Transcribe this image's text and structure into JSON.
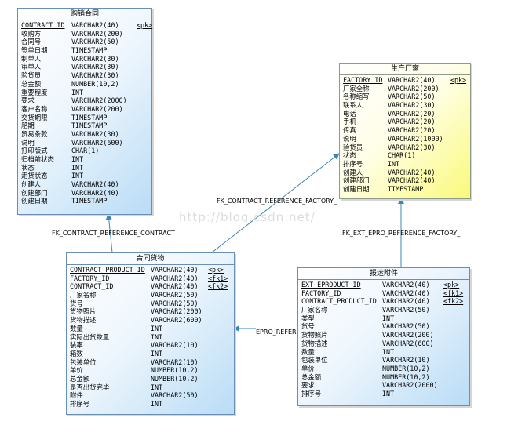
{
  "watermark": "http://blog.csdn.net/",
  "entities": {
    "contract": {
      "title": "购销合同",
      "rows": [
        {
          "name": "CONTRACT_ID",
          "type": "VARCHAR2(40)",
          "key": "<pk>",
          "pk": true
        },
        {
          "name": "收购方",
          "type": "VARCHAR2(200)",
          "key": ""
        },
        {
          "name": "合同号",
          "type": "VARCHAR2(50)",
          "key": ""
        },
        {
          "name": "签单日期",
          "type": "TIMESTAMP",
          "key": ""
        },
        {
          "name": "制单人",
          "type": "VARCHAR2(30)",
          "key": ""
        },
        {
          "name": "审单人",
          "type": "VARCHAR2(30)",
          "key": ""
        },
        {
          "name": "验货员",
          "type": "VARCHAR2(30)",
          "key": ""
        },
        {
          "name": "总金额",
          "type": "NUMBER(10,2)",
          "key": ""
        },
        {
          "name": "重要程度",
          "type": "INT",
          "key": ""
        },
        {
          "name": "要求",
          "type": "VARCHAR2(2000)",
          "key": ""
        },
        {
          "name": "客户名称",
          "type": "VARCHAR2(200)",
          "key": ""
        },
        {
          "name": "交货期限",
          "type": "TIMESTAMP",
          "key": ""
        },
        {
          "name": "船期",
          "type": "TIMESTAMP",
          "key": ""
        },
        {
          "name": "贸易条款",
          "type": "VARCHAR2(30)",
          "key": ""
        },
        {
          "name": "说明",
          "type": "VARCHAR2(600)",
          "key": ""
        },
        {
          "name": "打印版式",
          "type": "CHAR(1)",
          "key": ""
        },
        {
          "name": "归档前状态",
          "type": "INT",
          "key": ""
        },
        {
          "name": "状态",
          "type": "INT",
          "key": ""
        },
        {
          "name": "走货状态",
          "type": "INT",
          "key": ""
        },
        {
          "name": "创建人",
          "type": "VARCHAR2(40)",
          "key": ""
        },
        {
          "name": "创建部门",
          "type": "VARCHAR2(40)",
          "key": ""
        },
        {
          "name": "创建日期",
          "type": "TIMESTAMP",
          "key": ""
        }
      ]
    },
    "factory": {
      "title": "生产厂家",
      "rows": [
        {
          "name": "FACTORY_ID",
          "type": "VARCHAR2(40)",
          "key": "<pk>",
          "pk": true
        },
        {
          "name": "厂家全称",
          "type": "VARCHAR2(200)",
          "key": ""
        },
        {
          "name": "名称缩写",
          "type": "VARCHAR2(50)",
          "key": ""
        },
        {
          "name": "联系人",
          "type": "VARCHAR2(30)",
          "key": ""
        },
        {
          "name": "电话",
          "type": "VARCHAR2(20)",
          "key": ""
        },
        {
          "name": "手机",
          "type": "VARCHAR2(20)",
          "key": ""
        },
        {
          "name": "传真",
          "type": "VARCHAR2(20)",
          "key": ""
        },
        {
          "name": "说明",
          "type": "VARCHAR2(1000)",
          "key": ""
        },
        {
          "name": "验货员",
          "type": "VARCHAR2(30)",
          "key": ""
        },
        {
          "name": "状态",
          "type": "CHAR(1)",
          "key": ""
        },
        {
          "name": "排序号",
          "type": "INT",
          "key": ""
        },
        {
          "name": "创建人",
          "type": "VARCHAR2(40)",
          "key": ""
        },
        {
          "name": "创建部门",
          "type": "VARCHAR2(40)",
          "key": ""
        },
        {
          "name": "创建日期",
          "type": "TIMESTAMP",
          "key": ""
        }
      ]
    },
    "contract_product": {
      "title": "合同货物",
      "rows": [
        {
          "name": "CONTRACT_PRODUCT_ID",
          "type": "VARCHAR2(40)",
          "key": "<pk>",
          "pk": true
        },
        {
          "name": "FACTORY_ID",
          "type": "VARCHAR2(40)",
          "key": "<fk1>"
        },
        {
          "name": "CONTRACT_ID",
          "type": "VARCHAR2(40)",
          "key": "<fk2>"
        },
        {
          "name": "厂家名称",
          "type": "VARCHAR2(50)",
          "key": ""
        },
        {
          "name": "货号",
          "type": "VARCHAR2(50)",
          "key": ""
        },
        {
          "name": "货物照片",
          "type": "VARCHAR2(200)",
          "key": ""
        },
        {
          "name": "货物描述",
          "type": "VARCHAR2(600)",
          "key": ""
        },
        {
          "name": "数量",
          "type": "INT",
          "key": ""
        },
        {
          "name": "实际出货数量",
          "type": "INT",
          "key": ""
        },
        {
          "name": "装率",
          "type": "VARCHAR2(10)",
          "key": ""
        },
        {
          "name": "箱数",
          "type": "INT",
          "key": ""
        },
        {
          "name": "包装单位",
          "type": "VARCHAR2(10)",
          "key": ""
        },
        {
          "name": "单价",
          "type": "NUMBER(10,2)",
          "key": ""
        },
        {
          "name": "总金额",
          "type": "NUMBER(10,2)",
          "key": ""
        },
        {
          "name": "是否出货完毕",
          "type": "INT",
          "key": ""
        },
        {
          "name": "附件",
          "type": "VARCHAR2(50)",
          "key": ""
        },
        {
          "name": "排序号",
          "type": "INT",
          "key": ""
        }
      ]
    },
    "ext_product": {
      "title": "报运附件",
      "rows": [
        {
          "name": "EXT_EPRODUCT_ID",
          "type": "VARCHAR2(40)",
          "key": "<pk>",
          "pk": true
        },
        {
          "name": "FACTORY_ID",
          "type": "VARCHAR2(40)",
          "key": "<fk1>"
        },
        {
          "name": "CONTRACT_PRODUCT_ID",
          "type": "VARCHAR2(40)",
          "key": "<fk2>"
        },
        {
          "name": "厂家名称",
          "type": "VARCHAR2(50)",
          "key": ""
        },
        {
          "name": "类型",
          "type": "INT",
          "key": ""
        },
        {
          "name": "货号",
          "type": "VARCHAR2(50)",
          "key": ""
        },
        {
          "name": "货物照片",
          "type": "VARCHAR2(200)",
          "key": ""
        },
        {
          "name": "货物描述",
          "type": "VARCHAR2(600)",
          "key": ""
        },
        {
          "name": "数量",
          "type": "INT",
          "key": ""
        },
        {
          "name": "包装单位",
          "type": "VARCHAR2(10)",
          "key": ""
        },
        {
          "name": "单价",
          "type": "NUMBER(10,2)",
          "key": ""
        },
        {
          "name": "总金额",
          "type": "NUMBER(10,2)",
          "key": ""
        },
        {
          "name": "要求",
          "type": "VARCHAR2(2000)",
          "key": ""
        },
        {
          "name": "排序号",
          "type": "INT",
          "key": ""
        }
      ]
    }
  },
  "relationships": {
    "fk_contract": "FK_CONTRACT_REFERENCE_CONTRACT",
    "fk_contract_factory": "FK_CONTRACT_REFERENCE_FACTORY_",
    "fk_ext_factory": "FK_EXT_EPRO_REFERENCE_FACTORY_",
    "fk_ext_contract": "EPRO_REFERENCE_C"
  },
  "colors": {
    "line": "#3a86b8",
    "blue_fill": "#b9dcf6",
    "yellow_fill": "#fafa7a"
  }
}
